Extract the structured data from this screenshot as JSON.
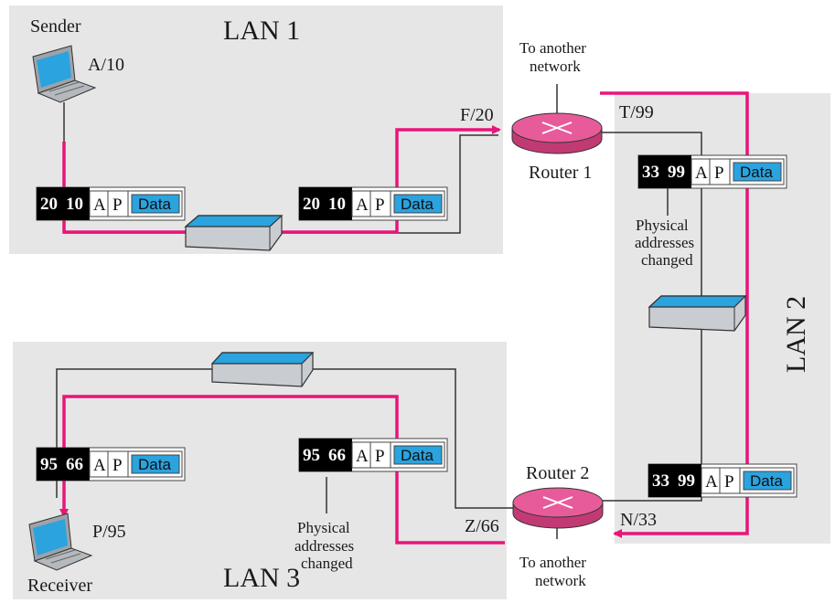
{
  "lans": {
    "lan1": "LAN 1",
    "lan2": "LAN 2",
    "lan3": "LAN 3"
  },
  "nodes": {
    "sender": {
      "label": "Sender",
      "address": "A/10"
    },
    "receiver": {
      "label": "Receiver",
      "address": "P/95"
    },
    "router1": {
      "label": "Router 1",
      "port_lan1": "F/20",
      "port_lan2": "T/99",
      "external": [
        "To another",
        "network"
      ]
    },
    "router2": {
      "label": "Router 2",
      "port_lan3": "Z/66",
      "port_lan2": "N/33",
      "external": [
        "To another",
        "network"
      ]
    }
  },
  "frames": [
    {
      "id": "f1",
      "dst": "20",
      "src": "10",
      "fields": [
        "A",
        "P"
      ],
      "payload": "Data"
    },
    {
      "id": "f2",
      "dst": "20",
      "src": "10",
      "fields": [
        "A",
        "P"
      ],
      "payload": "Data"
    },
    {
      "id": "f3",
      "dst": "33",
      "src": "99",
      "fields": [
        "A",
        "P"
      ],
      "payload": "Data"
    },
    {
      "id": "f4",
      "dst": "33",
      "src": "99",
      "fields": [
        "A",
        "P"
      ],
      "payload": "Data"
    },
    {
      "id": "f5",
      "dst": "95",
      "src": "66",
      "fields": [
        "A",
        "P"
      ],
      "payload": "Data"
    },
    {
      "id": "f6",
      "dst": "95",
      "src": "66",
      "fields": [
        "A",
        "P"
      ],
      "payload": "Data"
    }
  ],
  "notes": {
    "lan2_change": [
      "Physical",
      "addresses",
      "changed"
    ],
    "lan3_change": [
      "Physical",
      "addresses",
      "changed"
    ]
  },
  "colors": {
    "path": "#e8157a",
    "lan_bg": "#e6e6e6",
    "router": "#e85b9a",
    "switch_top": "#2aa3df",
    "data_cell": "#2aa3df",
    "addr_bg": "#000000"
  }
}
